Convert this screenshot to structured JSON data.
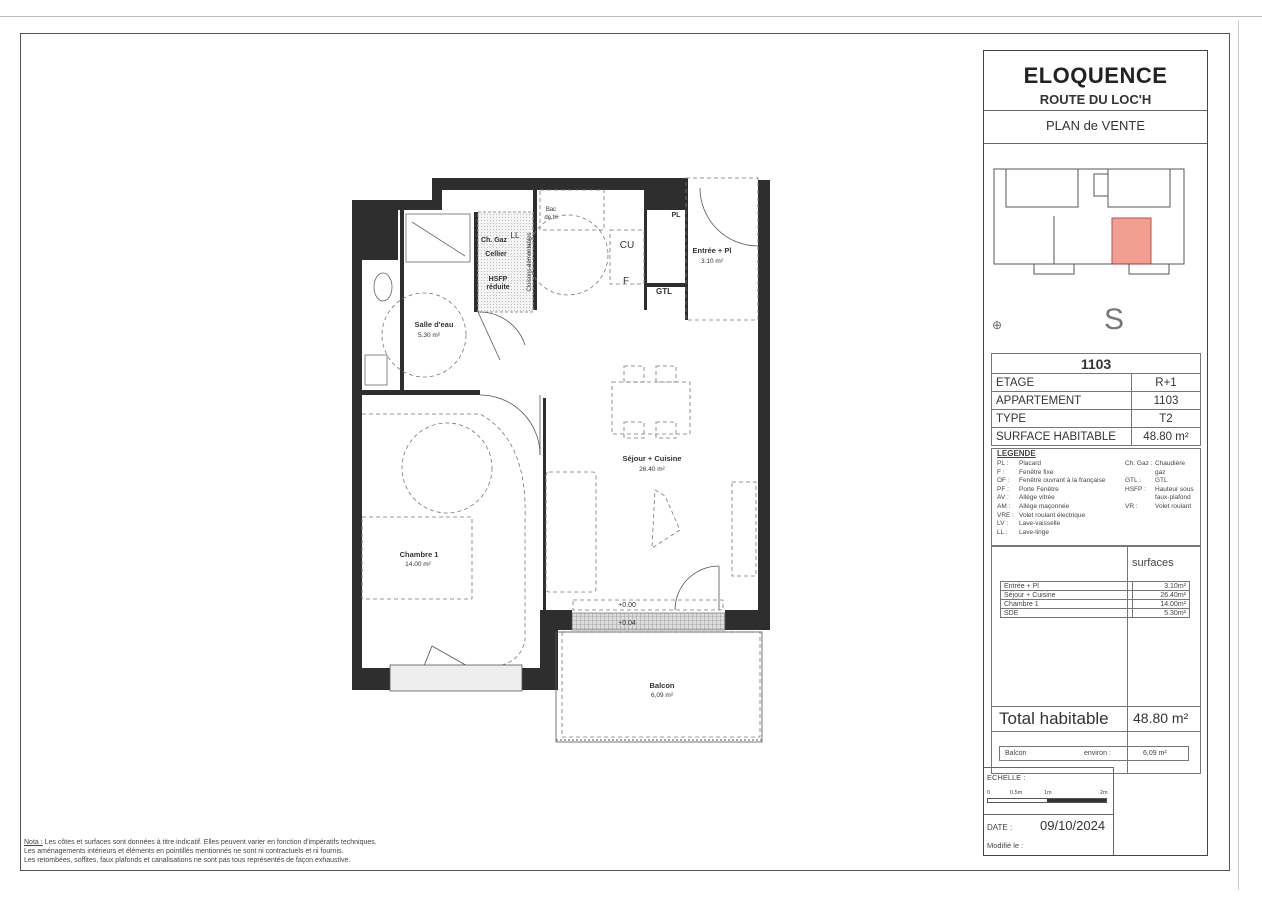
{
  "title_block": {
    "project": "ELOQUENCE",
    "address": "ROUTE DU LOC'H",
    "document_type": "PLAN de VENTE",
    "key_plan_handwritten_mark": "S",
    "highlight_color": "#f08f80"
  },
  "unit": {
    "number": "1103",
    "rows": [
      {
        "label": "ETAGE",
        "value": "R+1"
      },
      {
        "label": "APPARTEMENT",
        "value": "1103"
      },
      {
        "label": "TYPE",
        "value": "T2"
      },
      {
        "label": "SURFACE HABITABLE",
        "value": "48.80 m²"
      }
    ]
  },
  "legend": {
    "title": "LEGENDE",
    "left": [
      {
        "k": "PL :",
        "v": "Placard"
      },
      {
        "k": "F :",
        "v": "Fenêtre fixe"
      },
      {
        "k": "OF :",
        "v": "Fenêtre ouvrant à la française"
      },
      {
        "k": "PF :",
        "v": "Porte Fenêtre"
      },
      {
        "k": "AV :",
        "v": "Allège vitrée"
      },
      {
        "k": "AM :",
        "v": "Allège maçonnée"
      },
      {
        "k": "VRE :",
        "v": "Volet roulant électrique"
      },
      {
        "k": "LV :",
        "v": "Lave-vaisselle"
      },
      {
        "k": "LL :",
        "v": "Lave-linge"
      }
    ],
    "right": [
      {
        "k": "Ch. Gaz :",
        "v": "Chaudière gaz"
      },
      {
        "k": "GTL :",
        "v": "GTL"
      },
      {
        "k": "HSFP :",
        "v": "Hauteur sous faux-plafond"
      },
      {
        "k": "VR :",
        "v": "Volet roulant"
      }
    ]
  },
  "surfaces": {
    "header": "surfaces",
    "rows": [
      {
        "room": "Entrée + Pl",
        "area": "3.10m²"
      },
      {
        "room": "Séjour + Cuisine",
        "area": "26.40m²"
      },
      {
        "room": "Chambre 1",
        "area": "14.00m²"
      },
      {
        "room": "SDE",
        "area": "5.30m²"
      }
    ],
    "total_label": "Total habitable",
    "total_value": "48.80 m²",
    "balcony_label": "Balcon",
    "balcony_qualifier": "environ :",
    "balcony_value": "6,09  m²"
  },
  "scale": {
    "label": "ECHELLE :",
    "ticks": [
      "0",
      "0.5m",
      "1m",
      "2m"
    ]
  },
  "date": {
    "label": "DATE :",
    "value": "09/10/2024",
    "modified_label": "Modifié le :"
  },
  "plan": {
    "rooms": [
      {
        "name": "Salle d'eau",
        "area": "5.30 m²"
      },
      {
        "name": "Entrée + Pl",
        "area": "3.10 m²"
      },
      {
        "name": "Séjour + Cuisine",
        "area": "26.40 m²"
      },
      {
        "name": "Chambre 1",
        "area": "14.00 m²"
      },
      {
        "name": "Balcon",
        "area": "6,09 m²"
      }
    ],
    "labels": {
      "bac_de_tri_1": "Bac",
      "bac_de_tri_2": "de tri",
      "ch_gaz": "Ch. Gaz",
      "ll": "LL",
      "cellier": "Cellier",
      "hsfp_1": "HSFP",
      "hsfp_2": "réduite",
      "cloisons": "Cloisons démontables",
      "cu": "CU",
      "f": "F",
      "pl": "PL",
      "gtl": "GTL",
      "level_inside": "+0.00",
      "level_balcony": "+0.04"
    }
  },
  "note": {
    "title": "Nota :",
    "line1": " Les côtes et surfaces sont données à titre indicatif. Elles peuvent varier en fonction d'impératifs techniques.",
    "line2": "Les aménagements intérieurs et éléments en pointillés mentionnés ne sont ni contractuels et ni fournis.",
    "line3": "Les retombées, soffites, faux plafonds et canalisations ne sont pas tous représentés de façon exhaustive."
  }
}
